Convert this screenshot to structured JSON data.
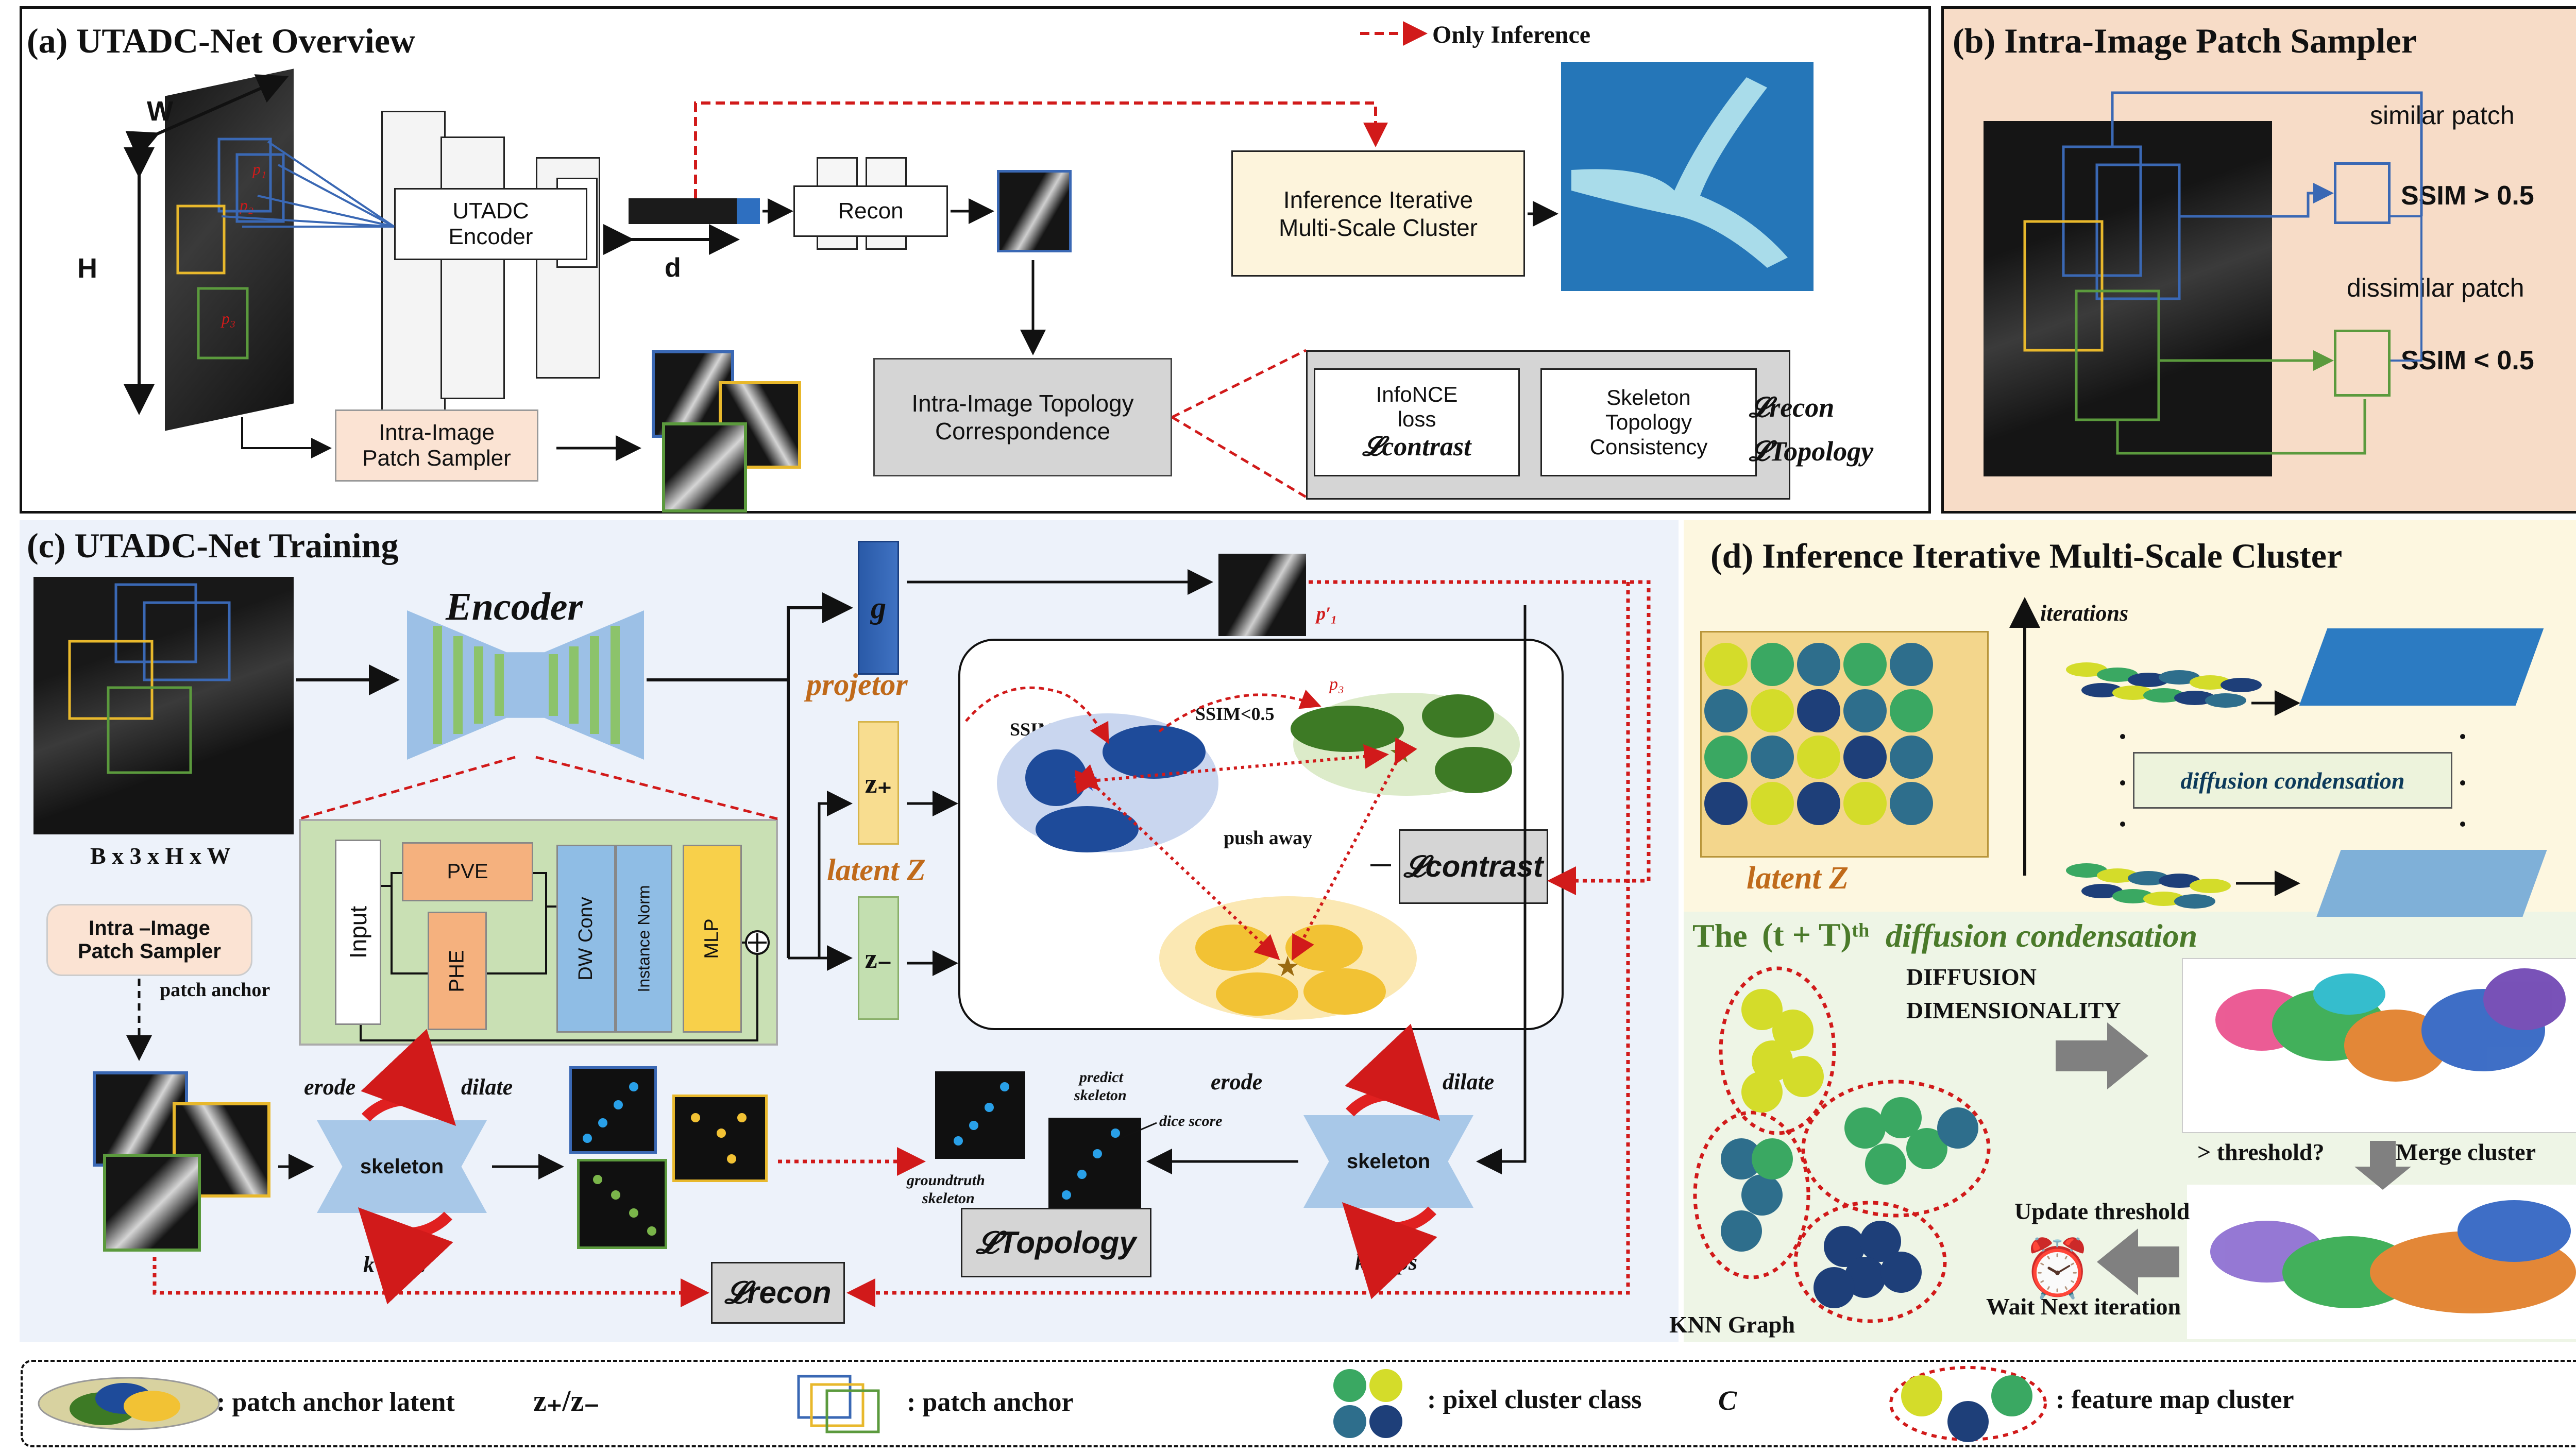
{
  "panel_a": {
    "title": "(a) UTADC-Net Overview",
    "only_inference": "Only Inference",
    "dim_w": "W",
    "dim_h": "H",
    "dim_d": "d",
    "encoder_l1": "UTADC",
    "encoder_l2": "Encoder",
    "recon": "Recon",
    "iter_cluster_l1": "Inference Iterative",
    "iter_cluster_l2": "Multi-Scale Cluster",
    "sampler_l1": "Intra-Image",
    "sampler_l2": "Patch Sampler",
    "topo_l1": "Intra-Image Topology",
    "topo_l2": "Correspondence",
    "infonce_l1": "InfoNCE",
    "infonce_l2": "loss",
    "loss_contrast": "𝓛contrast",
    "skel_l1": "Skeleton",
    "skel_l2": "Topology",
    "skel_l3": "Consistency",
    "loss_recon": "𝓛recon",
    "loss_topology": "𝓛Topology",
    "p1": "p₁",
    "p2": "p₂",
    "p3": "p₃"
  },
  "panel_b": {
    "title": "(b) Intra-Image Patch Sampler",
    "similar": "similar patch",
    "dissimilar": "dissimilar patch",
    "ssim_hi": "SSIM > 0.5",
    "ssim_lo": "SSIM < 0.5"
  },
  "panel_c": {
    "title": "(c) UTADC-Net Training",
    "encoder": "Encoder",
    "input_dims": "B x 3 x H x W",
    "input": "Input",
    "pve": "PVE",
    "phe": "PHE",
    "dwconv": "DW Conv",
    "instnorm": "Instance Norm",
    "mlp": "MLP",
    "g": "g",
    "projector": "projetor",
    "zplus": "z₊",
    "zminus": "z₋",
    "latent": "latent Z",
    "p1prime": "p′₁",
    "ssim_hi": "SSIM>0.5",
    "ssim_lo": "SSIM<0.5",
    "p3": "p₃",
    "push": "push away",
    "contrast": "𝓛contrast",
    "sampler_l1": "Intra –Image",
    "sampler_l2": "Patch Sampler",
    "anchor": "patch anchor",
    "erode": "erode",
    "dilate": "dilate",
    "skeleton": "skeleton",
    "ksteps": "k steps",
    "gt_skel_l1": "groundtruth",
    "gt_skel_l2": "skeleton",
    "pred_skel_l1": "predict",
    "pred_skel_l2": "skeleton",
    "dice": "dice score",
    "topology": "𝓛Topology",
    "recon": "𝓛recon"
  },
  "panel_d": {
    "title": "(d) Inference Iterative Multi-Scale Cluster",
    "iterations": "iterations",
    "latent": "latent Z",
    "diffusion": "diffusion condensation",
    "diff_title_pre": "The",
    "diff_title_math": "(t + T)ᵗʰ",
    "diff_title_post": "diffusion condensation",
    "dd_l1": "DIFFUSION",
    "dd_l2": "DIMENSIONALITY",
    "threshold": "> threshold?",
    "merge": "Merge cluster",
    "update": "Update threshold",
    "wait": "Wait Next iteration",
    "knn": "KNN Graph"
  },
  "legend": {
    "item1_pre": ": patch anchor latent",
    "item1_math": "z₊/z₋",
    "item2": ": patch anchor",
    "item3_pre": ": pixel cluster class",
    "item3_math": "C",
    "item4": ": feature map cluster"
  },
  "colors": {
    "red_dash": "#d11a1a",
    "blue_patch": "#3a68b4",
    "yellow_patch": "#e8b82c",
    "green_patch": "#5b9a3d",
    "panel_b_bg": "#f7dcc7",
    "panel_c_bg": "#edf2fa",
    "panel_d_top_bg": "#fdf7e0",
    "panel_d_bot_bg": "#eef5e6",
    "encoder_blue": "#9cc0e6",
    "cluster_navy": "#1e3f79",
    "cluster_teal": "#2e6e8c",
    "cluster_lime": "#d4dc2a",
    "cluster_green": "#3aa862"
  }
}
